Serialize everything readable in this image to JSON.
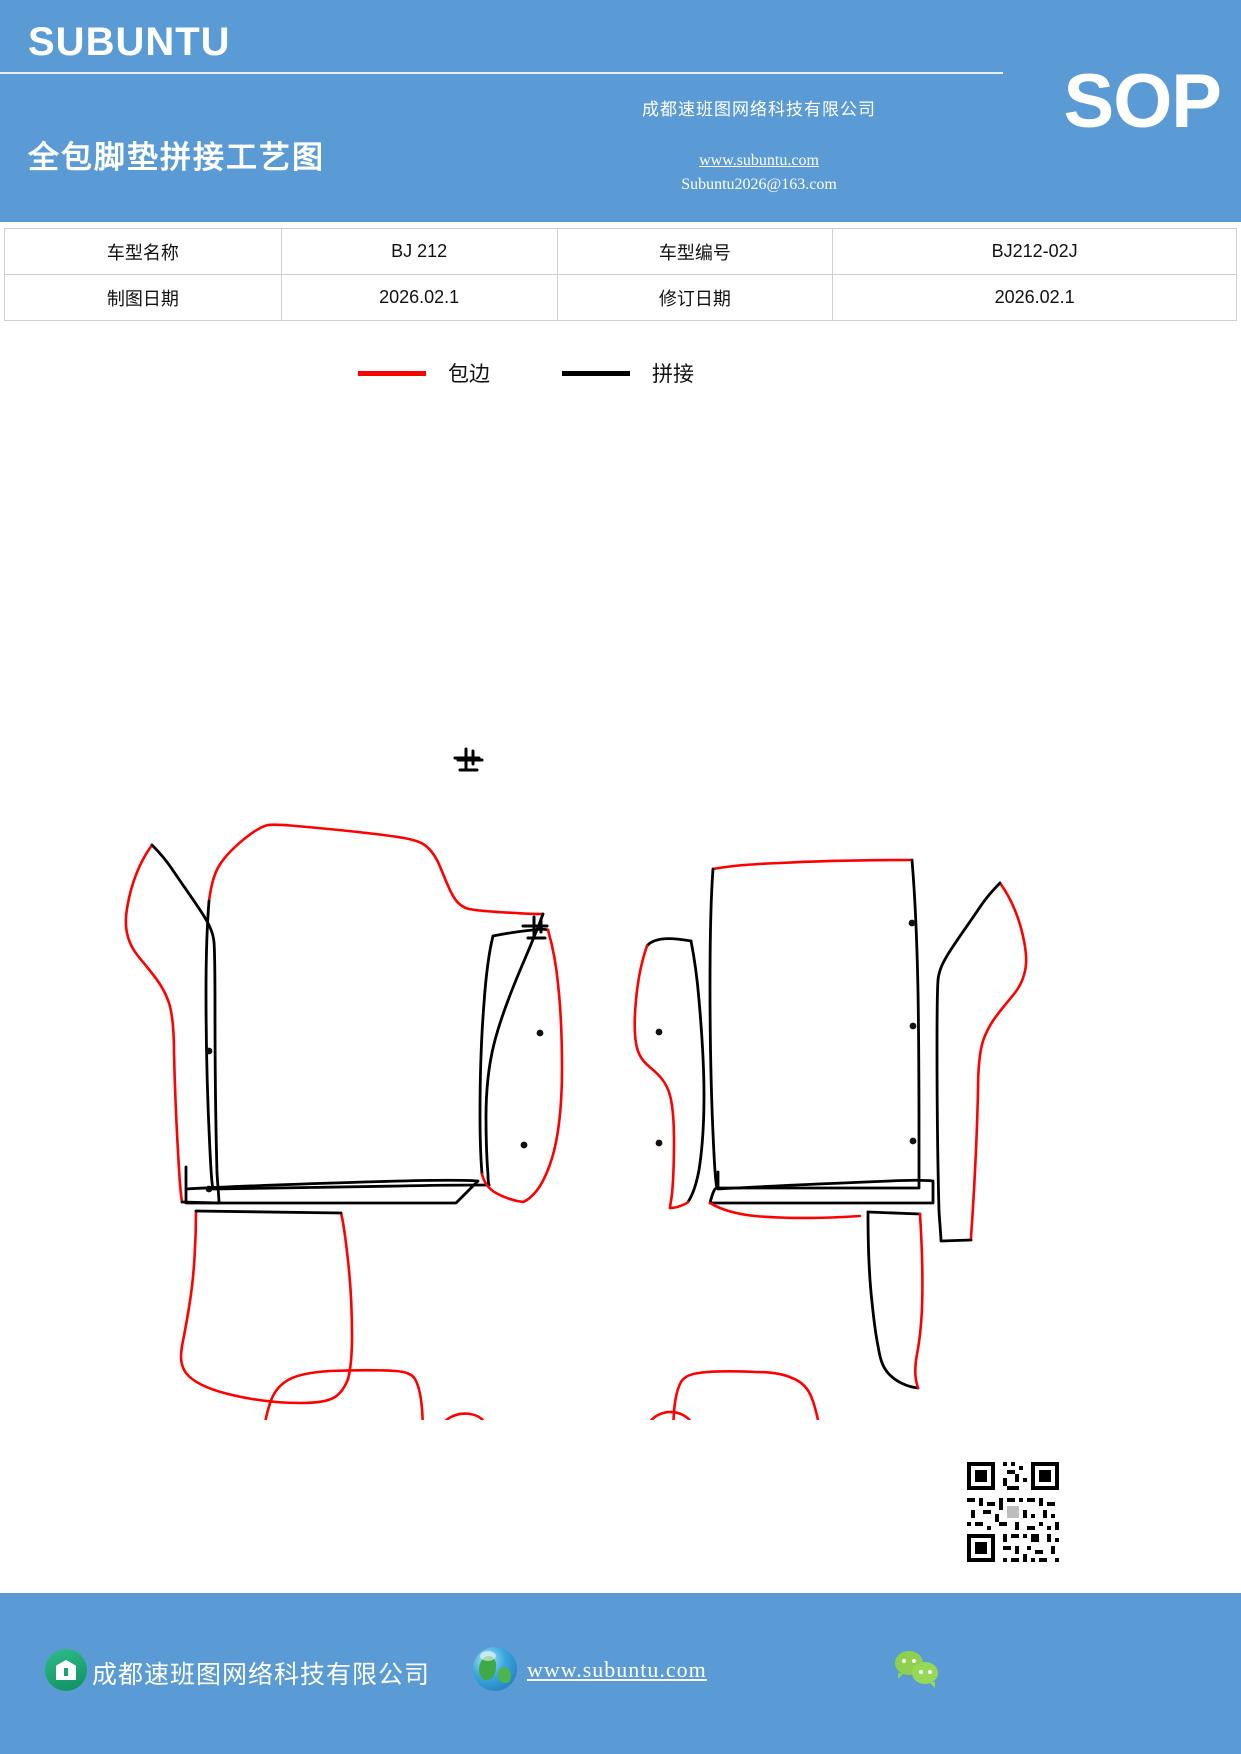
{
  "header": {
    "brand": "SUBUNTU",
    "badge": "SOP",
    "doc_title": "全包脚垫拼接工艺图",
    "company": "成都速班图网络科技有限公司",
    "url": "www.subuntu.com",
    "email": "Subuntu2026@163.com",
    "bg_color": "#5b9bd5"
  },
  "info_table": {
    "rows": [
      {
        "label": "车型名称",
        "value": "BJ 212",
        "label2": "车型编号",
        "value2": "BJ212-02J"
      },
      {
        "label": "制图日期",
        "value": "2026.02.1",
        "label2": "修订日期",
        "value2": "2026.02.1"
      }
    ]
  },
  "legend": {
    "items": [
      {
        "label": "包边",
        "color": "#ff0000",
        "style": "red"
      },
      {
        "label": "拼接",
        "color": "#000000",
        "style": "black"
      }
    ]
  },
  "drawing": {
    "title": "全包脚垫拼接工艺图",
    "line_colors": {
      "binding": "#ff0000",
      "splice": "#000000"
    },
    "marks": {
      "registration_glyph": "止",
      "hole_marker": "dot"
    },
    "parts": [
      {
        "name": "front-left-outer-panel",
        "region": "upper-left"
      },
      {
        "name": "front-left-main-mat",
        "region": "upper-left"
      },
      {
        "name": "front-left-side-panel",
        "region": "upper-left"
      },
      {
        "name": "front-left-sill-strip",
        "region": "upper-left"
      },
      {
        "name": "front-left-lower-mat",
        "region": "upper-left"
      },
      {
        "name": "front-right-outer-panel",
        "region": "upper-right"
      },
      {
        "name": "front-right-main-mat",
        "region": "upper-right"
      },
      {
        "name": "front-right-side-panel",
        "region": "upper-right"
      },
      {
        "name": "front-right-sill-strip",
        "region": "upper-right"
      },
      {
        "name": "front-right-lower-mat",
        "region": "upper-right"
      },
      {
        "name": "rear-left-mat",
        "region": "lower-left"
      },
      {
        "name": "rear-left-riser-strip",
        "region": "lower-left"
      },
      {
        "name": "rear-left-heel-strip",
        "region": "lower-left"
      },
      {
        "name": "center-tunnel-left-wing",
        "region": "lower-center"
      },
      {
        "name": "center-tunnel-cover",
        "region": "lower-center"
      },
      {
        "name": "center-tunnel-right-wing",
        "region": "lower-center"
      },
      {
        "name": "rear-right-mat",
        "region": "lower-right"
      },
      {
        "name": "rear-right-riser-strip",
        "region": "lower-right"
      },
      {
        "name": "rear-right-heel-strip",
        "region": "lower-right"
      }
    ]
  },
  "footer": {
    "company": "成都速班图网络科技有限公司",
    "url": "www.subuntu.com",
    "bg_color": "#5b9bd5"
  }
}
